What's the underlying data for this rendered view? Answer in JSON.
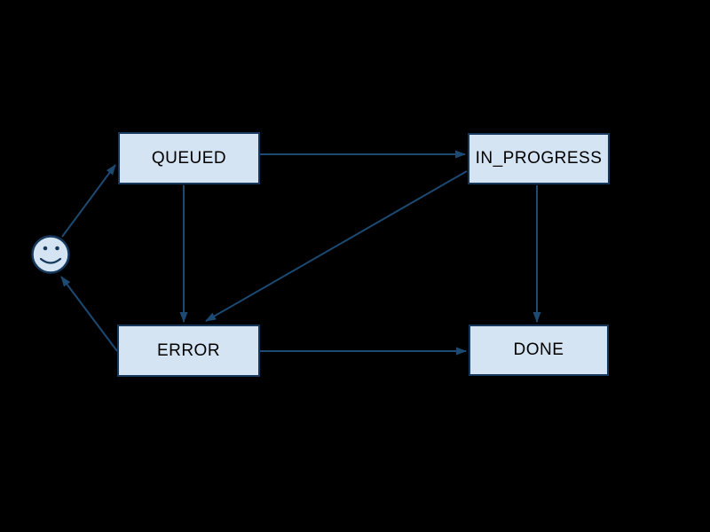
{
  "diagram": {
    "type": "state-machine",
    "background_color": "#000000",
    "node_fill_color": "#d4e4f2",
    "node_border_color": "#16385c",
    "edge_color": "#1c4a73",
    "node_text_color": "#000000",
    "nodes": [
      {
        "id": "start",
        "kind": "smiley-face",
        "label": ""
      },
      {
        "id": "queued",
        "kind": "state-box",
        "label": "QUEUED"
      },
      {
        "id": "in_progress",
        "kind": "state-box",
        "label": "IN_PROGRESS"
      },
      {
        "id": "error",
        "kind": "state-box",
        "label": "ERROR"
      },
      {
        "id": "done",
        "kind": "state-box",
        "label": "DONE"
      }
    ],
    "edges": [
      {
        "from": "start",
        "to": "QUEUED"
      },
      {
        "from": "QUEUED",
        "to": "IN_PROGRESS"
      },
      {
        "from": "QUEUED",
        "to": "ERROR"
      },
      {
        "from": "IN_PROGRESS",
        "to": "ERROR"
      },
      {
        "from": "IN_PROGRESS",
        "to": "DONE"
      },
      {
        "from": "ERROR",
        "to": "DONE"
      },
      {
        "from": "ERROR",
        "to": "start"
      }
    ]
  }
}
